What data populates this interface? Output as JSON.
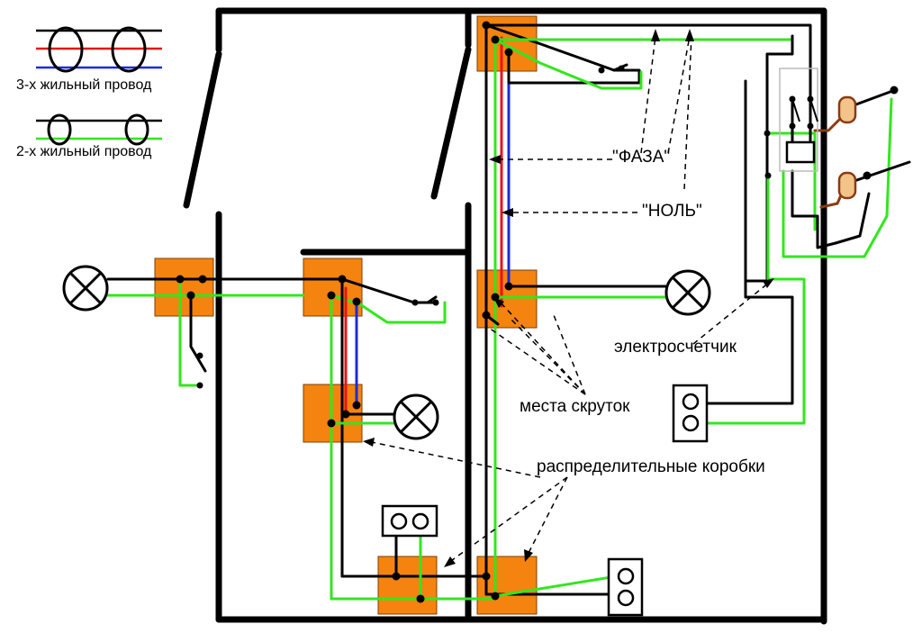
{
  "legend": {
    "three_wire_label": "3-х жильный провод",
    "two_wire_label": "2-х жильный провод"
  },
  "labels": {
    "phase": "\"ФАЗА\"",
    "neutral": "\"НОЛЬ\"",
    "meter": "электросчетчик",
    "splices": "места скруток",
    "junction_boxes": "распределительные коробки"
  },
  "colors": {
    "wall": "#000000",
    "box": "#f5830f",
    "phase_wire": "#e8141a",
    "neutral_wire": "#1c2bd9",
    "ground_wire": "#33e61e",
    "brown_wire": "#8a3b12",
    "fuse_fill": "#f3c48a"
  }
}
